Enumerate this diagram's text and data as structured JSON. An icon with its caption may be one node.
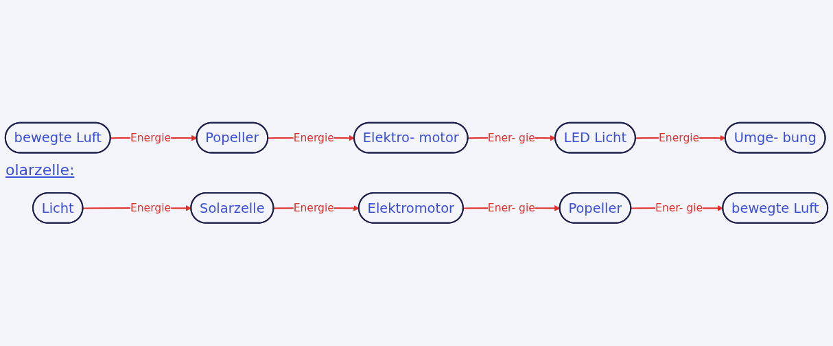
{
  "diagram": {
    "nodes": [
      {
        "text": [
          "bewegte Luft"
        ]
      },
      {
        "text": [
          "Popeller"
        ]
      },
      {
        "text": [
          "Elektro- motor"
        ]
      },
      {
        "text": [
          "LED Licht"
        ]
      },
      {
        "text": [
          "Umge- bung"
        ]
      },
      {
        "text": [
          "Licht"
        ]
      },
      {
        "text": [
          "Solarzelle"
        ]
      },
      {
        "text": [
          "Elektromotor"
        ]
      },
      {
        "text": [
          "Popeller"
        ]
      },
      {
        "text": [
          "bewegte Luft"
        ]
      }
    ],
    "edges": [
      {
        "from": 0,
        "to": 1,
        "arrow": "to",
        "label": "Energie"
      },
      {
        "from": 1,
        "to": 2,
        "arrow": "to",
        "label": "Energie"
      },
      {
        "from": 2,
        "to": 3,
        "arrow": "to",
        "label": "Ener- gie"
      },
      {
        "from": 3,
        "to": 4,
        "arrow": "to",
        "label": "Energie"
      },
      {
        "from": 5,
        "to": 6,
        "arrow": "to",
        "label": "Energie"
      },
      {
        "from": 6,
        "to": 7,
        "arrow": "to",
        "label": "Energie"
      },
      {
        "from": 7,
        "to": 8,
        "arrow": "to",
        "label": "Ener- gie"
      },
      {
        "from": 8,
        "to": 9,
        "arrow": "to",
        "label": "Ener- gie"
      }
    ],
    "labels": [
      "olarzelle:"
    ]
  }
}
